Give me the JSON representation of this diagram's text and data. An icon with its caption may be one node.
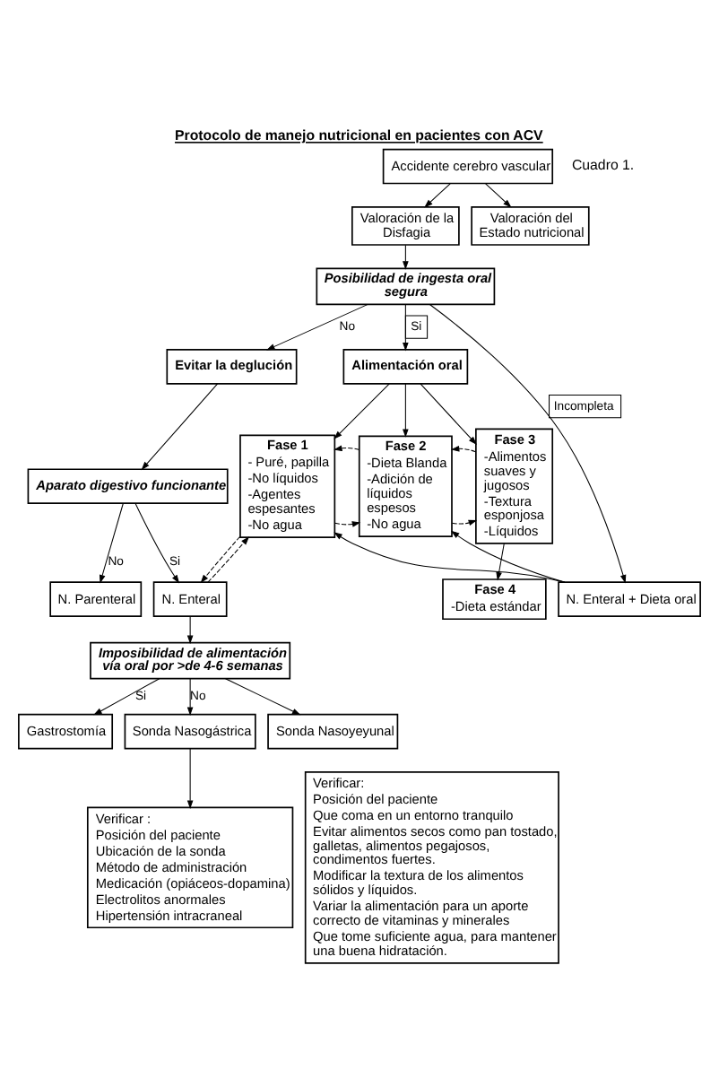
{
  "diagram": {
    "title": "Protocolo de manejo nutricional en pacientes con ACV",
    "nodes": [
      {
        "text": [
          "Accidente cerebro vascular"
        ]
      },
      {
        "text": [
          "Valoración de la Disfagia"
        ]
      },
      {
        "text": [
          "Valoración del Estado nutricional"
        ]
      },
      {
        "text": [
          "Posibilidad de ingesta oral segura"
        ]
      },
      {
        "text": [
          "Evitar la deglución"
        ]
      },
      {
        "text": [
          "Aparato digestivo funcionante"
        ]
      },
      {
        "text": [
          "N. Parenteral"
        ]
      },
      {
        "text": [
          "N. Enteral"
        ]
      },
      {
        "text": [
          "Alimentación oral"
        ]
      },
      {
        "text": [
          "Fase 1",
          "- Puré, papilla",
          "-No líquidos",
          "-Agentes espesantes",
          "-No agua"
        ]
      },
      {
        "text": [
          "Fase 2",
          "-Dieta Blanda",
          "-Adición de líquidos espesos",
          "-No agua"
        ]
      },
      {
        "text": [
          "Fase 3",
          "-Alimentos suaves y jugosos",
          "-Textura esponjosa",
          "-Líquidos"
        ]
      },
      {
        "text": [
          "N. Enteral + Dieta oral"
        ]
      },
      {
        "text": [
          "Fase 4",
          "-Dieta estándar"
        ]
      },
      {
        "text": [
          "Imposibilidad de alimentación vía oral por >de 4-6 semanas"
        ]
      },
      {
        "text": [
          "Gastrostomía"
        ]
      },
      {
        "text": [
          "Sonda Nasogástrica"
        ]
      },
      {
        "text": [
          "Sonda Nasoyeyunal"
        ]
      },
      {
        "text": [
          "Verificar :",
          "Posición del paciente",
          "Ubicación de la sonda",
          "Método de administración",
          "Medicación (opiáceos-dopamina)",
          "Electrolitos anormales",
          "Hipertensión intracraneal"
        ]
      },
      {
        "text": [
          "Verificar:",
          "Posición del paciente",
          "Que coma en un entorno tranquilo",
          "Evitar alimentos secos como pan tostado, galletas, alimentos pegajosos, condimentos fuertes.",
          "Modificar la textura de los alimentos sólidos y líquidos.",
          "Variar la alimentación para un aporte correcto de vitaminas y minerales",
          "Que tome suficiente agua, para mantener una buena hidratación."
        ]
      }
    ],
    "edges": [
      {
        "from": 0,
        "to": 1,
        "arrow": "to"
      },
      {
        "from": 0,
        "to": 2,
        "arrow": "to"
      },
      {
        "from": 1,
        "to": 3,
        "arrow": "to"
      },
      {
        "from": 3,
        "to": 4,
        "arrow": "to",
        "label": "No"
      },
      {
        "from": 3,
        "to": 12,
        "arrow": "to",
        "label": "Incompleta"
      },
      {
        "from": 3,
        "to": 8,
        "arrow": "to",
        "label": "Si"
      },
      {
        "from": 4,
        "to": 5,
        "arrow": "to"
      },
      {
        "from": 5,
        "to": 6,
        "arrow": "to",
        "label": "No"
      },
      {
        "from": 5,
        "to": 7,
        "arrow": "to",
        "label": "Si"
      },
      {
        "from": 8,
        "to": 9,
        "arrow": "to"
      },
      {
        "from": 8,
        "to": 10,
        "arrow": "to"
      },
      {
        "from": 8,
        "to": 11,
        "arrow": "to"
      },
      {
        "from": 9,
        "to": 10,
        "arrow": "to",
        "style": "dashed"
      },
      {
        "from": 10,
        "to": 9,
        "arrow": "to",
        "style": "dashed"
      },
      {
        "from": 10,
        "to": 11,
        "arrow": "to",
        "style": "dashed"
      },
      {
        "from": 11,
        "to": 10,
        "arrow": "to",
        "style": "dashed"
      },
      {
        "from": 7,
        "to": 9,
        "arrow": "to",
        "style": "dashed"
      },
      {
        "from": 9,
        "to": 7,
        "arrow": "to",
        "style": "dashed"
      },
      {
        "from": 12,
        "to": 9,
        "arrow": "to"
      },
      {
        "from": 12,
        "to": 10,
        "arrow": "to"
      },
      {
        "from": 11,
        "to": 13,
        "arrow": "to"
      },
      {
        "from": 7,
        "to": 14,
        "arrow": "to"
      },
      {
        "from": 14,
        "to": 15,
        "arrow": "to",
        "label": "Si"
      },
      {
        "from": 14,
        "to": 16,
        "arrow": "to",
        "label": "No"
      },
      {
        "from": 14,
        "to": 17,
        "arrow": "to"
      },
      {
        "from": 16,
        "to": 18,
        "arrow": "to"
      }
    ],
    "labels": [
      "Cuadro 1."
    ]
  }
}
